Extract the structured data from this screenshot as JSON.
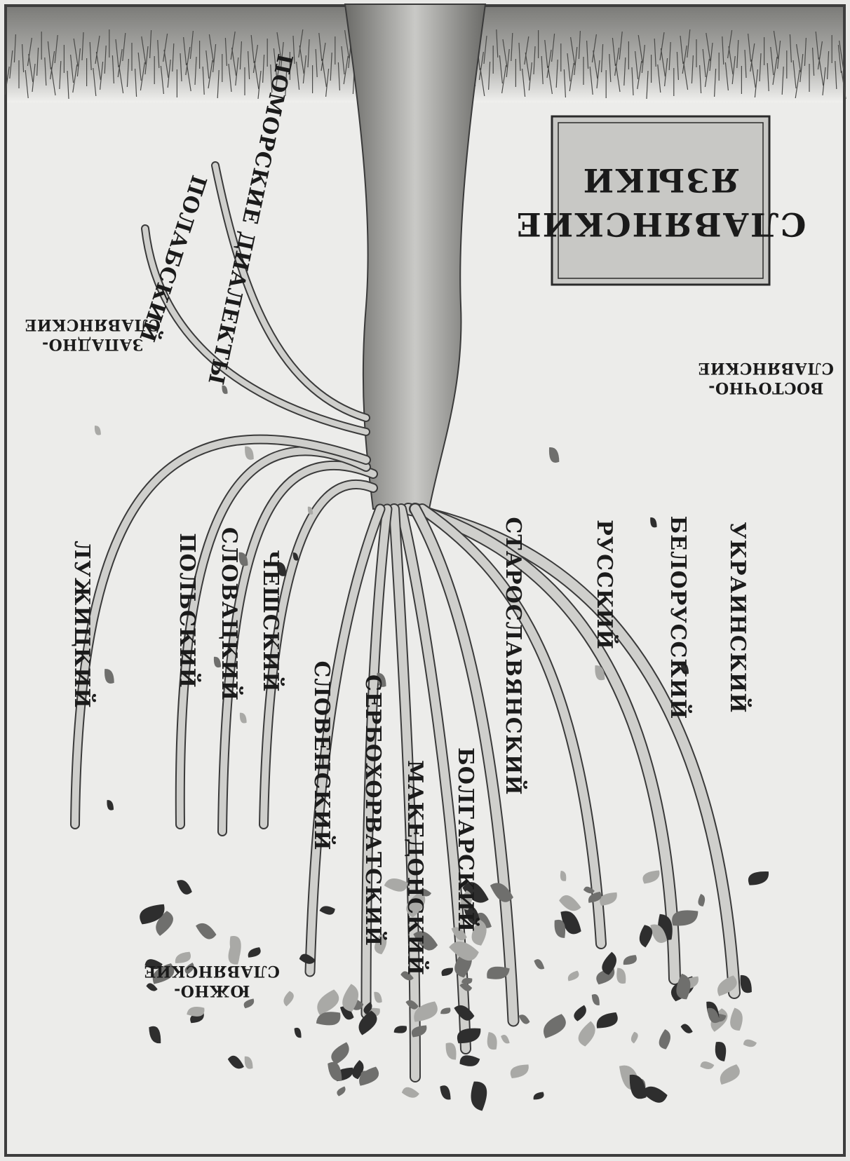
{
  "title": {
    "line1": "СЛАВЯНСКИЕ",
    "line2": "ЯЗЫКИ"
  },
  "groups": {
    "east": {
      "line1": "ВОСТОЧНО-",
      "line2": "СЛАВЯНСКИЕ"
    },
    "west": {
      "line1": "ЗАПАДНО-",
      "line2": "СЛАВЯНСКИЕ"
    },
    "south": {
      "line1": "ЮЖНО-",
      "line2": "СЛАВЯНСКИЕ"
    }
  },
  "languages": {
    "ukrainian": "УКРАИНСКИЙ",
    "belarusian": "БЕЛОРУССКИЙ",
    "russian": "РУССКИЙ",
    "old_slavonic": "СТАРОСЛАВЯНСКИЙ",
    "bulgarian": "БОЛГАРСКИЙ",
    "macedonian": "МАКЕДОНСКИЙ",
    "serbocroatian": "СЕРБОХОРВАТСКИЙ",
    "slovenian": "СЛОВЕНСКИЙ",
    "czech": "ЧЕШСКИЙ",
    "slovak": "СЛОВАЦКИЙ",
    "polish": "ПОЛЬСКИЙ",
    "lusatian": "ЛУЖИЦКИЙ",
    "polabian": "ПОЛАБСКИЙ",
    "pomeranian": "ПОМОРСКИЕ ДИАЛЕКТЫ"
  }
}
